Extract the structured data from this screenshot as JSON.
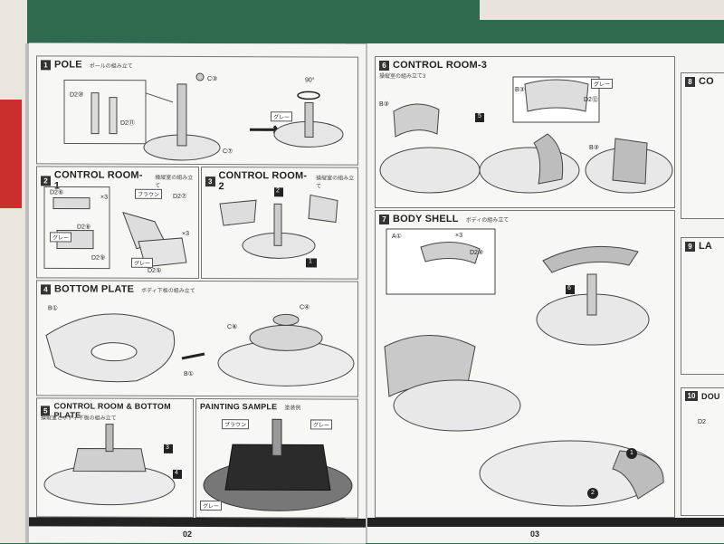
{
  "pages": {
    "left_number": "02",
    "right_number": "03"
  },
  "steps": {
    "s1": {
      "num": "1",
      "title": "POLE",
      "jp": "ポールの組み立て",
      "labels": {
        "c3": "C③",
        "d2a": "D2⑩",
        "d2b": "D2⑪",
        "c7": "C⑦",
        "angle": "90°",
        "gray": "グレー"
      }
    },
    "s2": {
      "num": "2",
      "title": "CONTROL ROOM-1",
      "jp": "操縦室の組み立て",
      "labels": {
        "d2a": "D2⑥",
        "d2b": "D2⑦",
        "d2c": "D2⑧",
        "d2d": "D2⑨",
        "x3": "×3",
        "x3b": "×3",
        "brown": "ブラウン",
        "gray": "グレー",
        "gray2": "グレー",
        "d2e": "D2⑤"
      }
    },
    "s3": {
      "num": "3",
      "title": "CONTROL ROOM-2",
      "jp": "操縦室の組み立て",
      "callouts": {
        "a": "2",
        "b": "1"
      }
    },
    "s4": {
      "num": "4",
      "title": "BOTTOM PLATE",
      "jp": "ボディ下板の組み立て",
      "labels": {
        "b1": "B①",
        "b2": "B①",
        "c4": "C④",
        "c6": "C⑥"
      }
    },
    "s5": {
      "num": "5",
      "title": "CONTROL ROOM & BOTTOM PLATE",
      "jp": "操縦室とボディ下板の組み立て",
      "callouts": {
        "a": "3",
        "b": "4"
      }
    },
    "paint": {
      "title": "PAINTING SAMPLE",
      "jp": "塗装例",
      "labels": {
        "brown": "ブラウン",
        "gray": "グレー",
        "gray2": "グレー"
      }
    },
    "s6": {
      "num": "6",
      "title": "CONTROL ROOM-3",
      "jp": "操縦室の組み立て3",
      "labels": {
        "b1": "B③",
        "b2": "B③",
        "b3": "B③",
        "d2": "D2⑫",
        "gray": "グレー"
      },
      "callout": "5"
    },
    "s7": {
      "num": "7",
      "title": "BODY SHELL",
      "jp": "ボディの組み立て",
      "labels": {
        "a1": "A①",
        "x3": "×3",
        "d2": "D2④"
      },
      "callouts": {
        "a": "6",
        "b": "1",
        "c": "2"
      }
    },
    "s8": {
      "num": "8",
      "title": "CO"
    },
    "s9": {
      "num": "9",
      "title": "LA"
    },
    "s10": {
      "num": "10",
      "title": "DOU",
      "label": "D2"
    }
  }
}
